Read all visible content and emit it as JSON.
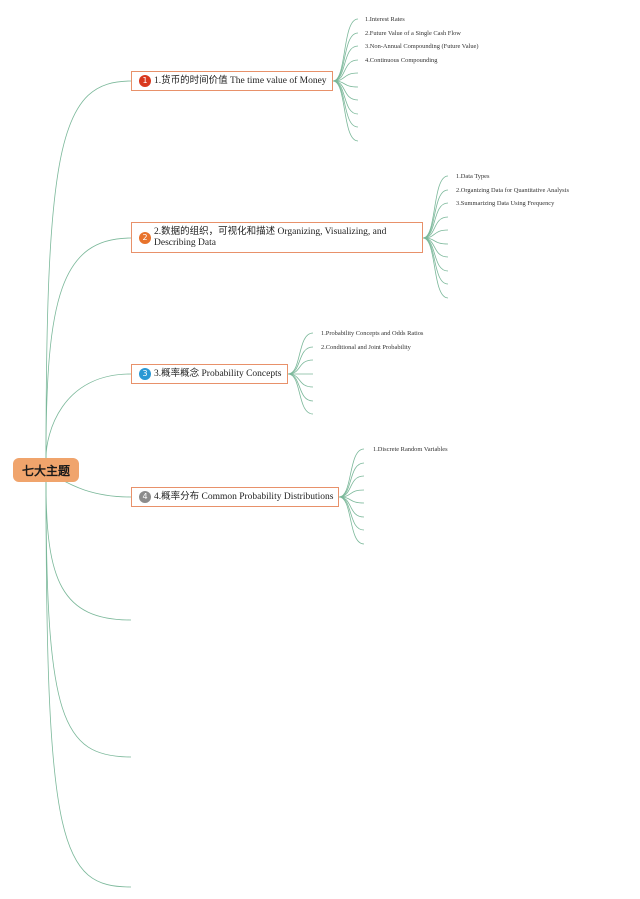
{
  "root": {
    "label": "七大主题",
    "color": "#f0a46c"
  },
  "topics": [
    {
      "badge": "1",
      "badge_color": "#d9381e",
      "label": "1.货币的时间价值 The time value of Money",
      "subtopics": [
        "1.Interest Rates",
        "2.Future Value of a Single Cash Flow",
        "3.Non-Annual Compounding (Future Value)",
        "4.Continuous Compounding"
      ]
    },
    {
      "badge": "2",
      "badge_color": "#e8732c",
      "label": "2.数据的组织，可视化和描述 Organizing, Visualizing, and Describing Data",
      "subtopics": [
        "1.Data Types",
        "2.Organizing Data for Quantitative Analysis",
        "3.Summarizing Data Using Frequency"
      ]
    },
    {
      "badge": "3",
      "badge_color": "#2a98d4",
      "label": "3.概率概念 Probability Concepts",
      "subtopics": [
        "1.Probability Concepts and Odds Ratios",
        "2.Conditional and Joint Probability"
      ]
    },
    {
      "badge": "4",
      "badge_color": "#8c8c8c",
      "label": "4.概率分布 Common Probability Distributions",
      "subtopics": [
        "1.Discrete Random Variables"
      ]
    }
  ],
  "colors": {
    "branch": "#7bb89a",
    "border": "#e8916a"
  }
}
